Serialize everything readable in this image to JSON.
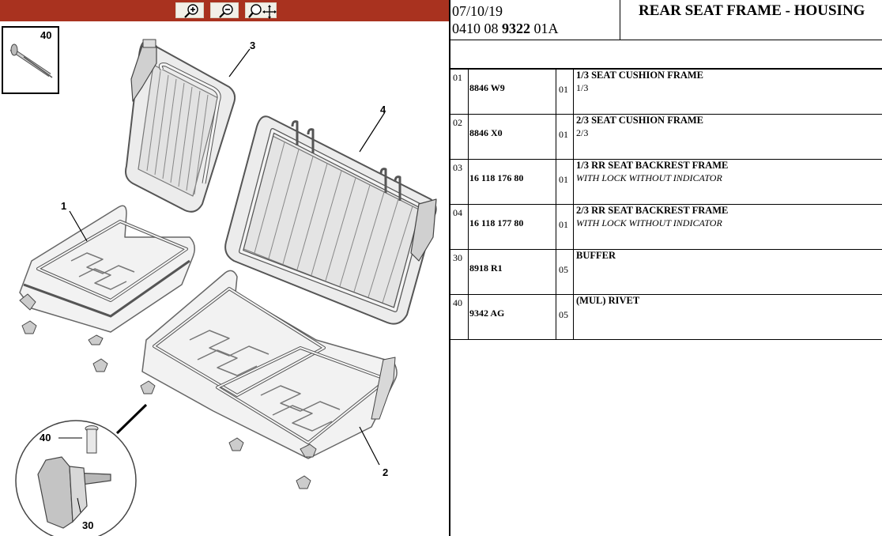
{
  "toolbar": {
    "zoom_in": "zoom-in-icon",
    "zoom_out": "zoom-out-icon",
    "pan_zoom": "pan-zoom-icon",
    "color": "#a9321f"
  },
  "diagram": {
    "callouts": {
      "c40_box": "40",
      "c3": "3",
      "c4": "4",
      "c1": "1",
      "c2": "2",
      "c40_detail": "40",
      "c30_detail": "30"
    }
  },
  "header": {
    "date": "07/10/19",
    "code_prefix": "0410 08",
    "code_bold": "9322",
    "code_suffix": "01A",
    "title": "REAR SEAT FRAME - HOUSING"
  },
  "parts": [
    {
      "idx": "01",
      "ref": "8846 W9",
      "qty": "01",
      "name": "1/3 SEAT CUSHION FRAME",
      "note": "1/3",
      "italic": false
    },
    {
      "idx": "02",
      "ref": "8846 X0",
      "qty": "01",
      "name": "2/3 SEAT CUSHION FRAME",
      "note": "2/3",
      "italic": false
    },
    {
      "idx": "03",
      "ref": "16 118 176 80",
      "qty": "01",
      "name": "1/3 RR SEAT BACKREST FRAME",
      "note": "WITH LOCK WITHOUT INDICATOR",
      "italic": true
    },
    {
      "idx": "04",
      "ref": "16 118 177 80",
      "qty": "01",
      "name": "2/3 RR SEAT BACKREST FRAME",
      "note": "WITH LOCK WITHOUT INDICATOR",
      "italic": true
    },
    {
      "idx": "30",
      "ref": "8918 R1",
      "qty": "05",
      "name": "BUFFER",
      "note": "",
      "italic": false
    },
    {
      "idx": "40",
      "ref": "9342 AG",
      "qty": "05",
      "name": "(MUL) RIVET",
      "note": "",
      "italic": false
    }
  ]
}
